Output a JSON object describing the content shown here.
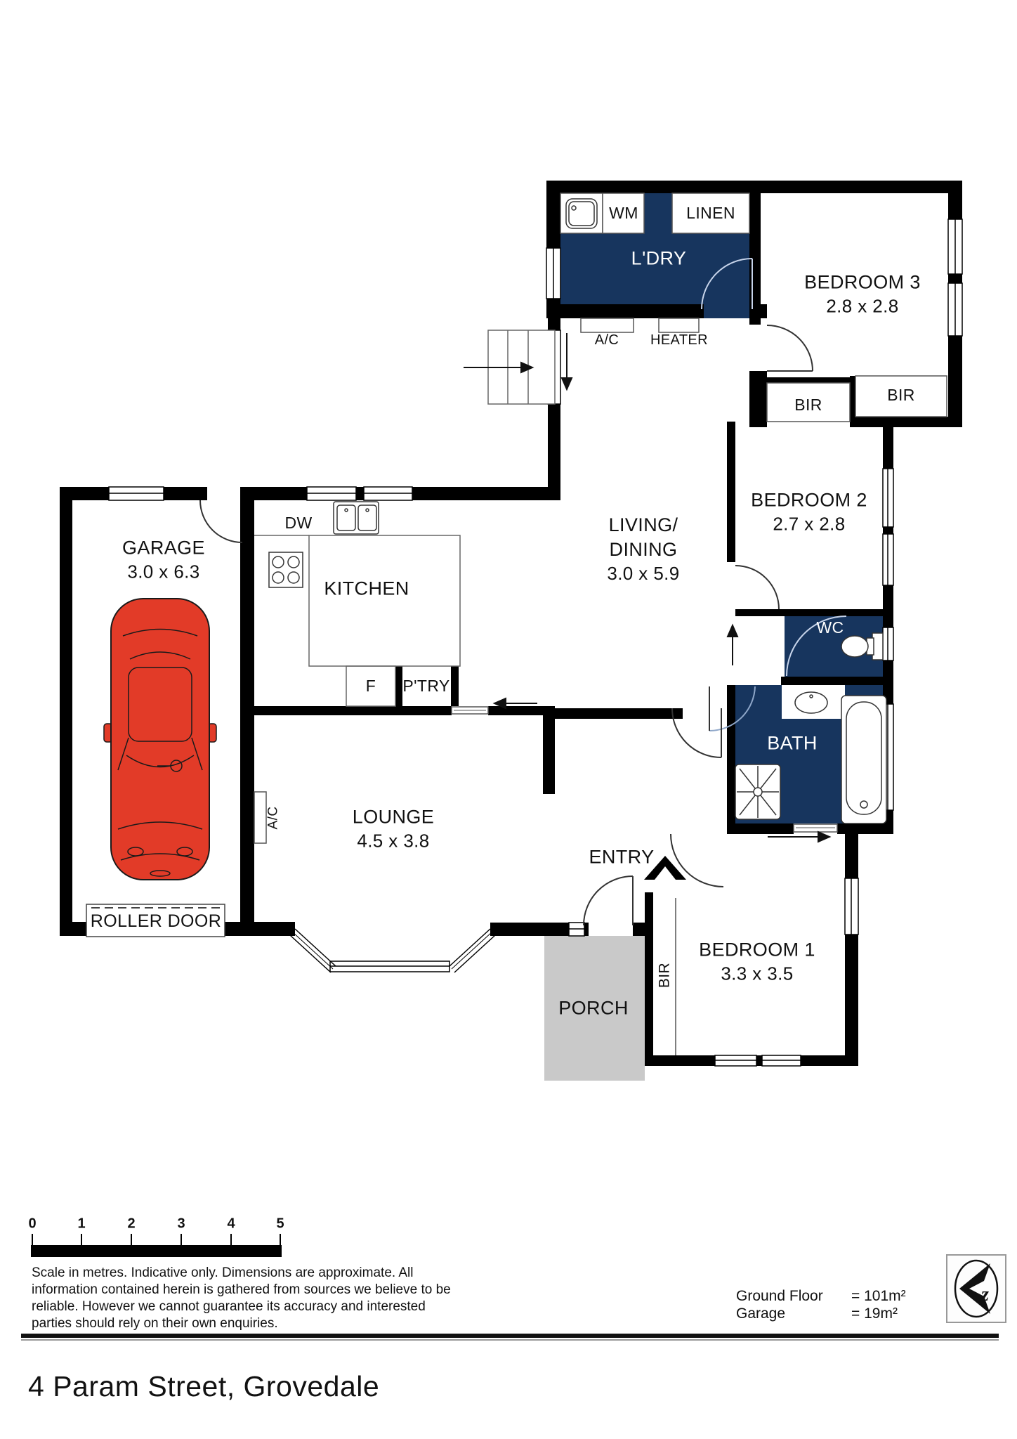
{
  "plan": {
    "rooms": {
      "laundry": {
        "label": "L'DRY"
      },
      "bedroom3": {
        "label": "BEDROOM 3",
        "dims": "2.8 x 2.8"
      },
      "bedroom2": {
        "label": "BEDROOM 2",
        "dims": "2.7 x 2.8"
      },
      "bedroom1": {
        "label": "BEDROOM 1",
        "dims": "3.3 x 3.5"
      },
      "living": {
        "label1": "LIVING/",
        "label2": "DINING",
        "dims": "3.0 x 5.9"
      },
      "kitchen": {
        "label": "KITCHEN"
      },
      "lounge": {
        "label": "LOUNGE",
        "dims": "4.5 x 3.8"
      },
      "garage": {
        "label": "GARAGE",
        "dims": "3.0 x 6.3"
      },
      "bath": {
        "label": "BATH"
      },
      "wc": {
        "label": "WC"
      },
      "entry": {
        "label": "ENTRY"
      },
      "porch": {
        "label": "PORCH"
      }
    },
    "features": {
      "wm": "WM",
      "linen": "LINEN",
      "ac_laundry": "A/C",
      "heater": "HEATER",
      "bir_hall": "BIR",
      "bir_bed3": "BIR",
      "bir_bed1": "BIR",
      "dw": "DW",
      "fridge": "F",
      "pantry": "P'TRY",
      "ac_lounge": "A/C",
      "roller_door": "ROLLER DOOR"
    },
    "colors": {
      "wet_area_navy": "#17355e",
      "porch_grey": "#c9c9c9",
      "car_red": "#e23b28",
      "wall_black": "#000000"
    }
  },
  "legend": {
    "scale_ticks": [
      "0",
      "1",
      "2",
      "3",
      "4",
      "5"
    ],
    "disclaimer": "Scale in metres. Indicative only. Dimensions are approximate. All information contained herein is gathered from sources we believe to be reliable. However we cannot guarantee its accuracy and interested parties should rely on their own enquiries.",
    "areas": [
      {
        "name": "Ground Floor",
        "value": "= 101m²"
      },
      {
        "name": "Garage",
        "value": "= 19m²"
      }
    ],
    "logo_letter": "z"
  },
  "footer": {
    "address": "4 Param Street, Grovedale"
  }
}
